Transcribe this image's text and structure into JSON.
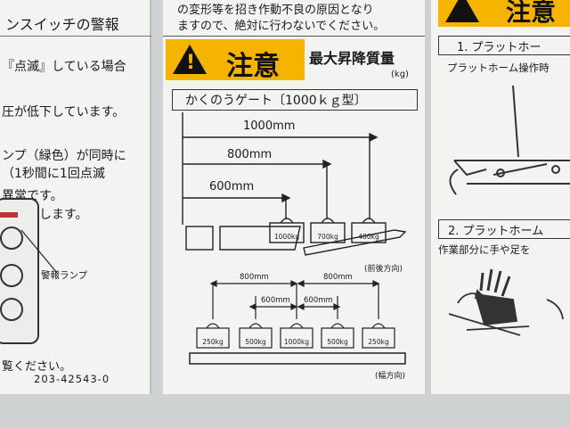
{
  "left_panel": {
    "lines": [
      "ンスイッチの警報",
      "『点滅』している場合",
      "圧が低下しています。",
      "ンプ（緑色）が同時に",
      "（1秒間に1回点滅",
      "異常です。",
      "お願いします。",
      "覧ください。"
    ],
    "lamp_label": "警報ランプ",
    "part_number": "203-42543-0"
  },
  "center_panel": {
    "top_lines": [
      "の変形等を招き作動不良の原因となり",
      "ますので、絶対に行わないでください。"
    ],
    "caution_label": "注意",
    "max_load_title": "最大昇降質量",
    "unit": "(kg)",
    "gate_title": "かくのうゲート〔1000ｋｇ型〕",
    "longitudinal": {
      "distances": [
        "1000mm",
        "800mm",
        "600mm"
      ],
      "weights": [
        "1000kg",
        "700kg",
        "400kg"
      ],
      "caption": "(前後方向)"
    },
    "lateral": {
      "outer_distances": [
        "800mm",
        "800mm"
      ],
      "inner_distances": [
        "600mm",
        "600mm"
      ],
      "weights": [
        "250kg",
        "500kg",
        "1000kg",
        "500kg",
        "250kg"
      ],
      "caption": "(幅方向)"
    }
  },
  "right_panel": {
    "caution_label": "注意",
    "step1_title": "1. プラットホー",
    "step1_text": "プラットホーム操作時",
    "step2_title": "2. プラットホーム",
    "step2_text": "作業部分に手や足を"
  },
  "colors": {
    "caution_yellow": "#f6b400",
    "panel": "#f3f4f2",
    "ink": "#1a1a1a"
  }
}
